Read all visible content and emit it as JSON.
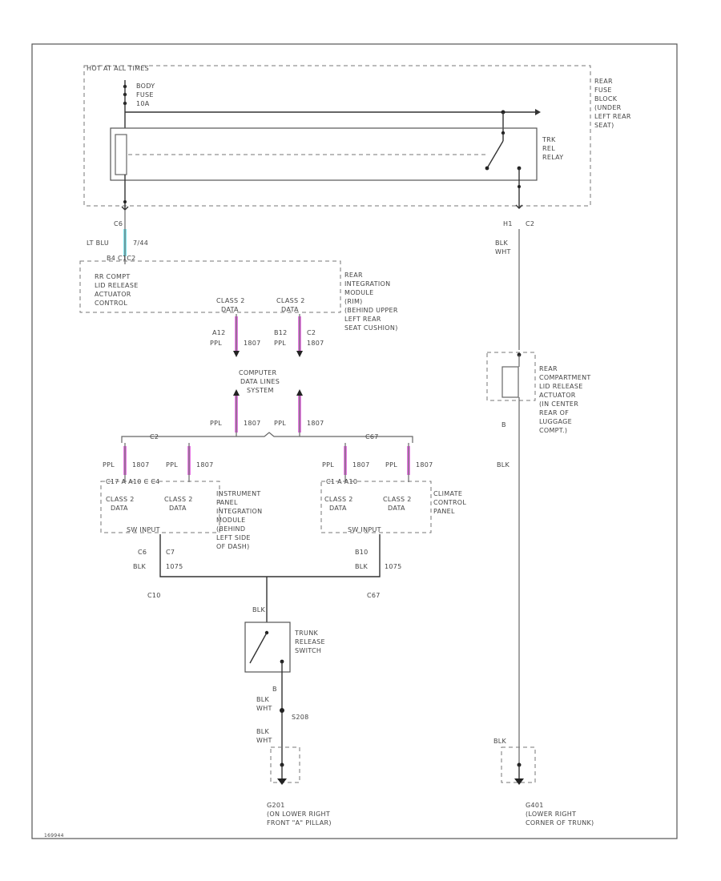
{
  "relay_block": {
    "title": "HOT AT ALL TIMES",
    "fuse": [
      "BODY",
      "FUSE",
      "10A"
    ],
    "right_label": [
      "REAR",
      "FUSE",
      "BLOCK",
      "(UNDER",
      "LEFT REAR",
      "SEAT)"
    ],
    "relay_label": [
      "TRK",
      "REL",
      "RELAY"
    ],
    "left_conn": "C6",
    "right_conn": [
      "H1",
      "C2"
    ]
  },
  "wire_left": {
    "color": "LT BLU",
    "circuit": "7/44"
  },
  "rear_module": {
    "top_label": "B4 C1C2",
    "left_label": [
      "RR COMPT",
      "LID RELEASE",
      "ACTUATOR",
      "CONTROL"
    ],
    "right_label": [
      "REAR",
      "INTEGRATION",
      "MODULE",
      "(RIM)",
      "(BEHIND UPPER",
      "LEFT REAR",
      "SEAT CUSHION)"
    ],
    "data_a": [
      "CLASS 2",
      "DATA"
    ],
    "data_b": [
      "CLASS 2",
      "DATA"
    ],
    "pin_a": [
      "A12",
      "PPL"
    ],
    "pin_b": [
      "B12",
      "C2",
      "PPL"
    ],
    "circuit": "1807"
  },
  "data_lines": {
    "label": [
      "COMPUTER",
      "DATA LINES",
      "SYSTEM"
    ],
    "wire": "PPL",
    "circuit": "1807",
    "left_conn": "C2",
    "right_conn": "C67"
  },
  "ipm": {
    "wire": "PPL",
    "circuit": "1807",
    "pins": "C17   A   A10   C C4",
    "data_a": [
      "CLASS 2",
      "DATA"
    ],
    "data_b": [
      "CLASS 2",
      "DATA"
    ],
    "label": [
      "INSTRUMENT",
      "PANEL",
      "INTEGRATION",
      "MODULE",
      "(BEHIND",
      "LEFT SIDE",
      "OF DASH)"
    ],
    "sw_input": "SW INPUT",
    "pin_c6": "C6",
    "pin_c7": "C7",
    "blk": "BLK",
    "circuit_b": "1075"
  },
  "ccp": {
    "wire": "PPL",
    "circuit": "1807",
    "pins": "C1   A   A10",
    "data_a": [
      "CLASS 2",
      "DATA"
    ],
    "data_b": [
      "CLASS 2",
      "DATA"
    ],
    "label": [
      "CLIMATE",
      "CONTROL",
      "PANEL"
    ],
    "sw_input": "SW INPUT",
    "pin": "B10",
    "blk": "BLK",
    "circuit_b": "1075"
  },
  "splice_left": "C10",
  "splice_right": "C67",
  "trunk_switch": {
    "wire_top": "BLK",
    "label": [
      "TRUNK",
      "RELEASE",
      "SWITCH"
    ],
    "pin": "B",
    "wire_mid": [
      "BLK",
      "WHT"
    ],
    "splice": "S208",
    "wire_bot": [
      "BLK",
      "WHT"
    ],
    "ground": [
      "G201",
      "(ON LOWER RIGHT",
      "FRONT \"A\" PILLAR)"
    ]
  },
  "actuator": {
    "wire_top": [
      "BLK",
      "WHT"
    ],
    "pin": "B",
    "label": [
      "REAR",
      "COMPARTMENT",
      "LID RELEASE",
      "ACTUATOR",
      "(IN CENTER",
      "REAR OF",
      "LUGGAGE",
      "COMPT.)"
    ],
    "wire_mid": "BLK",
    "wire_bot": "BLK",
    "ground": [
      "G401",
      "(LOWER RIGHT",
      "CORNER OF TRUNK)"
    ]
  },
  "figure_id": "169944"
}
